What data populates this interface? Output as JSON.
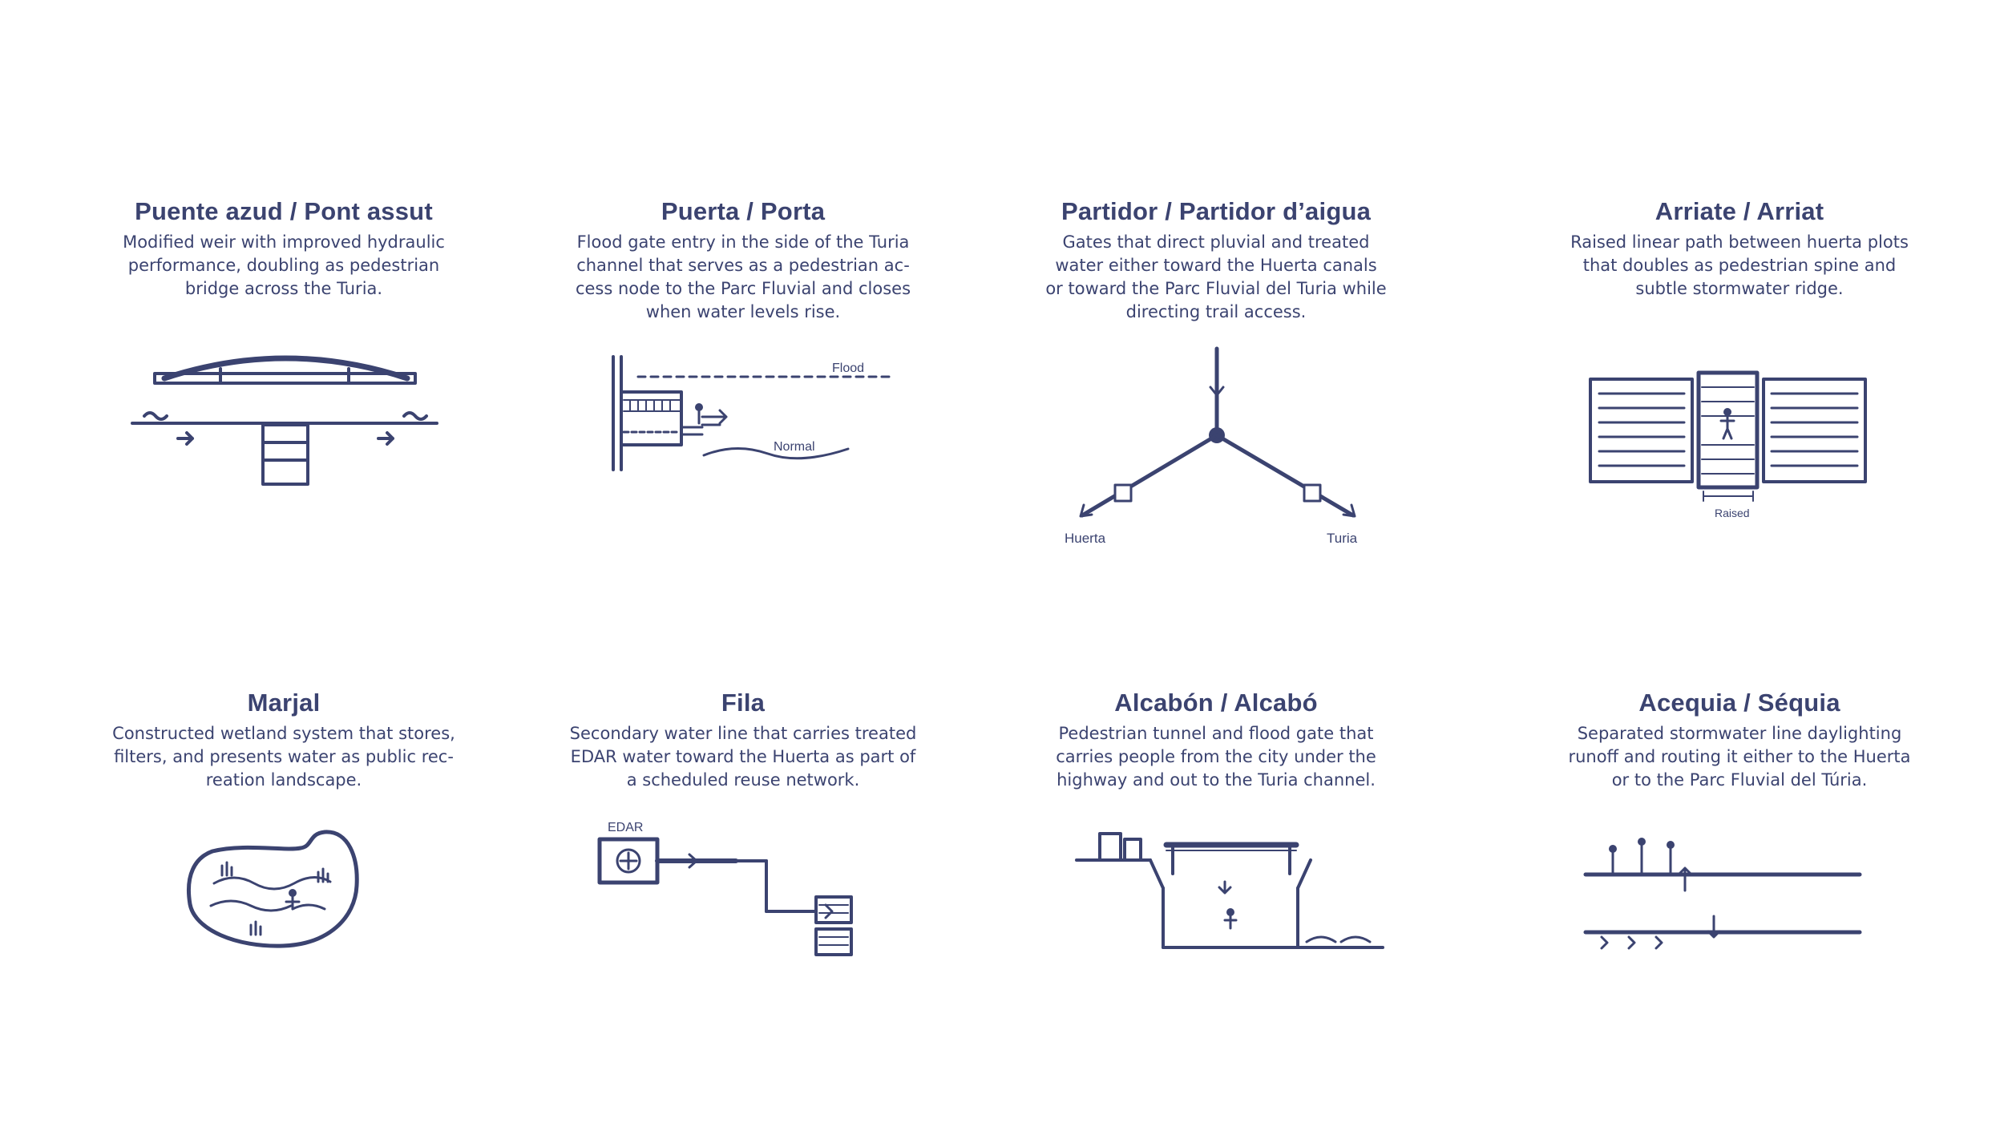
{
  "colors": {
    "ink": "#3b4370",
    "background": "#ffffff"
  },
  "items": [
    {
      "title": "Puente azud / Pont assut",
      "lines": [
        "Modified weir with improved hydraulic",
        "performance, doubling as pedestrian",
        "bridge across the Turia."
      ]
    },
    {
      "title": "Puerta / Porta",
      "lines": [
        "Flood gate entry in the side of the Turia",
        "channel that serves as a pedestrian ac-",
        "cess node to the Parc Fluvial and closes",
        "when water levels rise."
      ],
      "labels": {
        "flood": "Flood",
        "normal": "Normal"
      }
    },
    {
      "title": "Partidor / Partidor d’aigua",
      "lines": [
        "Gates that direct pluvial and treated",
        "water either toward the Huerta canals",
        "or toward the Parc Fluvial del Turia while",
        "directing trail access."
      ],
      "labels": {
        "left": "Huerta",
        "right": "Turia"
      }
    },
    {
      "title": "Arriate / Arriat",
      "lines": [
        "Raised linear path between huerta plots",
        "that doubles as pedestrian spine and",
        "subtle stormwater ridge."
      ],
      "labels": {
        "raised": "Raised"
      }
    },
    {
      "title": "Marjal",
      "lines": [
        "Constructed wetland system that stores,",
        "filters, and presents water as public rec-",
        "reation landscape."
      ]
    },
    {
      "title": "Fila",
      "lines": [
        "Secondary water line that carries treated",
        "EDAR water toward the Huerta as part of",
        "a scheduled reuse network."
      ],
      "labels": {
        "edar": "EDAR"
      }
    },
    {
      "title": "Alcabón / Alcabó",
      "lines": [
        "Pedestrian tunnel and flood gate that",
        "carries people from the city under the",
        "highway and out to the Turia channel."
      ]
    },
    {
      "title": "Acequia / Séquia",
      "lines": [
        "Separated stormwater line daylighting",
        "runoff and routing it either to the Huerta",
        "or to the Parc Fluvial del Túria."
      ]
    }
  ]
}
